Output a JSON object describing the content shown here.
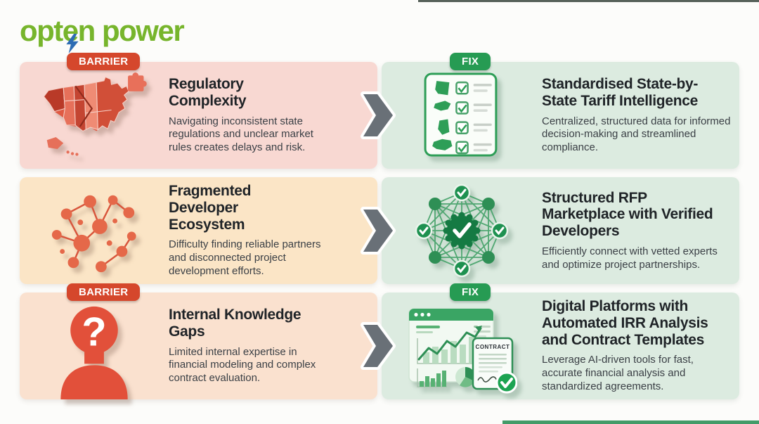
{
  "logo": {
    "text": "opten power",
    "bolt_icon": "lightning-bolt-icon"
  },
  "rows": [
    {
      "barrier": {
        "badge": "BARRIER",
        "title": "Regulatory Complexity",
        "description": "Navigating inconsistent state regulations and unclear market rules creates delays and risk.",
        "icon": "us-map-puzzle-icon"
      },
      "fix": {
        "badge": "FIX",
        "title": "Standardised State-by-State Tariff Intelligence",
        "description": "Centralized, structured data for informed decision-making and streamlined compliance.",
        "icon": "state-checklist-icon"
      }
    },
    {
      "barrier": {
        "badge": null,
        "title": "Fragmented Developer Ecosystem",
        "description": "Difficulty finding reliable partners and disconnected project development efforts.",
        "icon": "fragmented-network-icon"
      },
      "fix": {
        "badge": null,
        "title": "Structured RFP Marketplace with Verified Developers",
        "description": "Efficiently connect with vetted experts and optimize project partnerships.",
        "icon": "verified-network-icon"
      }
    },
    {
      "barrier": {
        "badge": "BARRIER",
        "title": "Internal Knowledge Gaps",
        "description": "Limited internal expertise in financial modeling and complex contract evaluation.",
        "icon": "head-question-icon"
      },
      "fix": {
        "badge": "FIX",
        "title": "Digital Platforms with Automated IRR Analysis and Contract Templates",
        "description": "Leverage AI-driven tools for fast, accurate financial analysis and standardized agreements.",
        "icon": "dashboard-contract-icon"
      }
    }
  ],
  "icon_labels": {
    "contract_doc": "CONTRACT"
  },
  "colors": {
    "logo_green": "#77b52c",
    "bolt_blue": "#2d6cb3",
    "barrier_badge": "#d5472c",
    "fix_badge": "#269b53",
    "row1_barrier_bg": "#f8d8d2",
    "row2_barrier_bg": "#fbe5c6",
    "row3_barrier_bg": "#fae1cf",
    "fix_bg": "#dcebe0",
    "arrow_gray": "#697077",
    "title_text": "#1f2327",
    "body_text": "#3a3f45"
  }
}
